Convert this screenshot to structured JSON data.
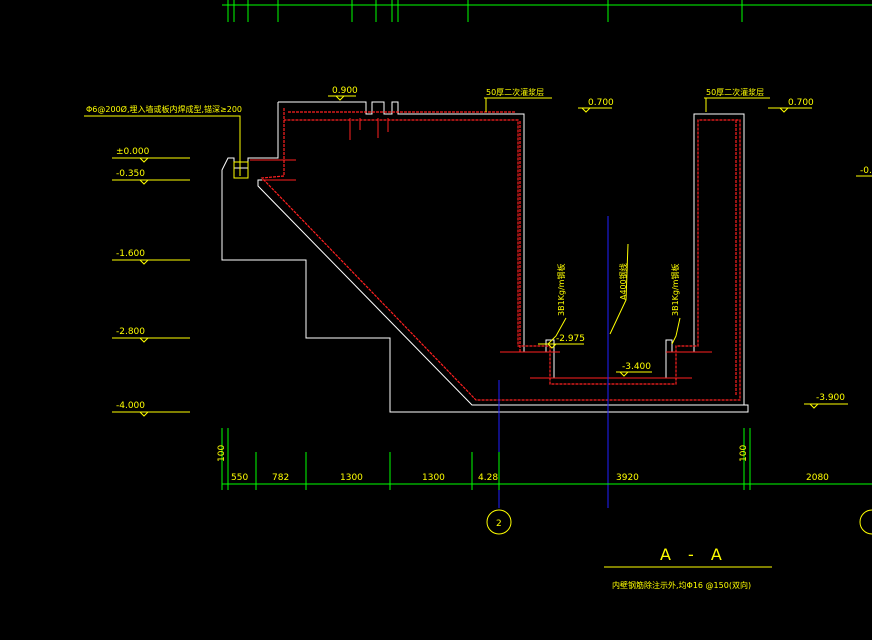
{
  "colors": {
    "background": "#000000",
    "outline": "#ffffff",
    "rebar": "#ff2020",
    "leader": "#ffff00",
    "dimension": "#00ff00",
    "axis": "#0000ff"
  },
  "levels": {
    "l0900": "0.900",
    "l0700a": "0.700",
    "l0700b": "0.700",
    "l0000": "±0.000",
    "l0350": "-0.350",
    "l1600": "-1.600",
    "l2800": "-2.800",
    "l4000": "-4.000",
    "l2975": "-2.975",
    "l3400": "-3.400",
    "l3900": "-3.900",
    "edge_right": "-0."
  },
  "notes": {
    "rebar_note": "Φ6@200Ø,埋入墙或板内焊成型,锚深≥200",
    "grout_left": "50厚二次灌浆层",
    "grout_right": "50厚二次灌浆层",
    "bar_left": "3B1Kg/m钢板",
    "bar_mid": "A400钢线",
    "bar_right": "3B1Kg/m钢板"
  },
  "dimensions": {
    "d1": "550",
    "d2": "782",
    "d3": "1300",
    "d4": "1300",
    "d5": "4.28",
    "d6": "3920",
    "d7": "2080",
    "d_small_left": "100",
    "d_small_right": "100"
  },
  "axis": {
    "label": "2"
  },
  "section": {
    "title": "A - A",
    "subtitle": "内壁钢筋除注示外,均Φ16 @150(双向)"
  }
}
